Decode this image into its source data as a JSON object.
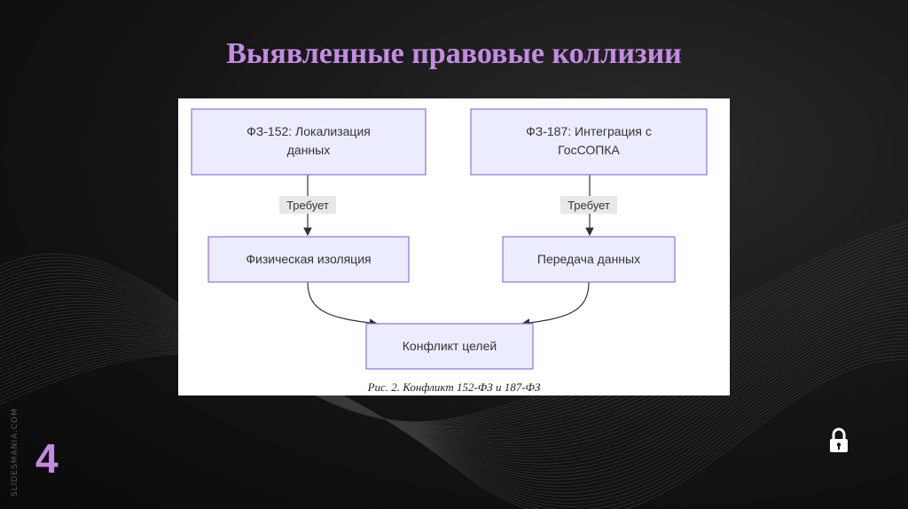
{
  "slide": {
    "title": "Выявленные правовые коллизии",
    "number": "4",
    "watermark": "SLIDESMANIA.COM",
    "lock_icon": "lock-icon"
  },
  "diagram": {
    "nodes": {
      "fz152": [
        "ФЗ-152: Локализация",
        "данных"
      ],
      "fz187": [
        "ФЗ-187: Интеграция с",
        "ГосСОПКА"
      ],
      "isolation": "Физическая изоляция",
      "transfer": "Передача данных",
      "conflict": "Конфликт целей"
    },
    "edge_labels": {
      "left": "Требует",
      "right": "Требует"
    },
    "caption": "Рис. 2. Конфликт 152-ФЗ и 187-ФЗ"
  },
  "colors": {
    "accent": "#c48be3",
    "node_fill": "#ececff",
    "node_stroke": "#9370db"
  }
}
